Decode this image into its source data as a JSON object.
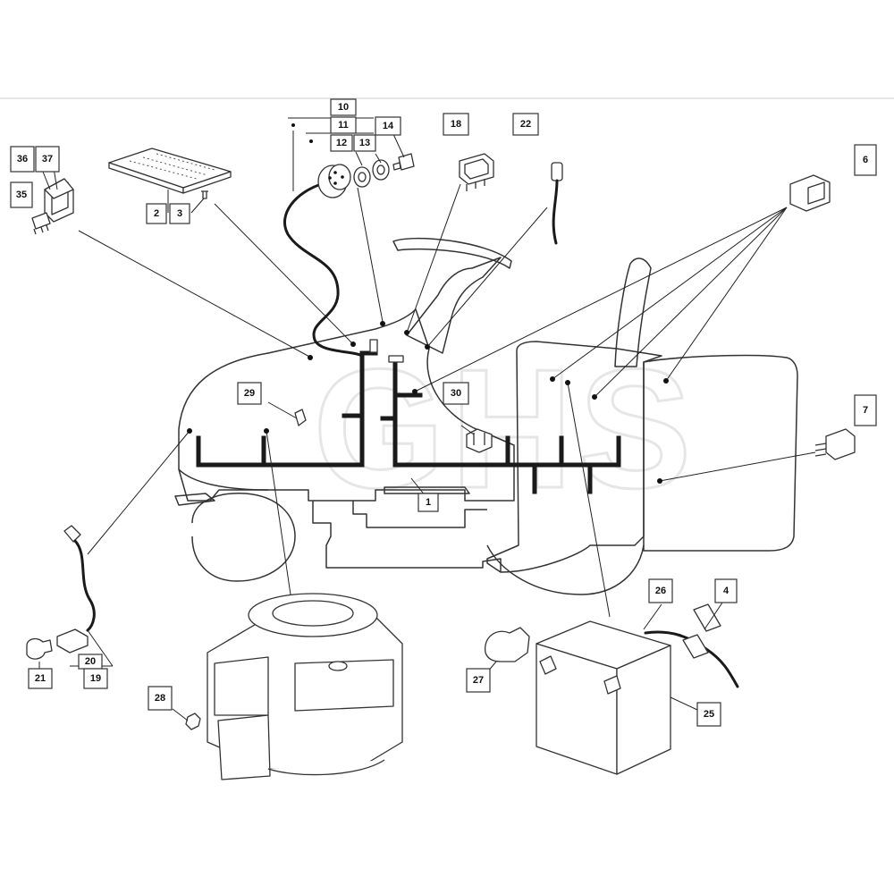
{
  "watermark": "GHS",
  "callouts": [
    {
      "id": "c10",
      "label": "10"
    },
    {
      "id": "c11",
      "label": "11"
    },
    {
      "id": "c12",
      "label": "12"
    },
    {
      "id": "c13",
      "label": "13"
    },
    {
      "id": "c14",
      "label": "14"
    },
    {
      "id": "c18",
      "label": "18"
    },
    {
      "id": "c22",
      "label": "22"
    },
    {
      "id": "c6",
      "label": "6"
    },
    {
      "id": "c36",
      "label": "36"
    },
    {
      "id": "c37",
      "label": "37"
    },
    {
      "id": "c35",
      "label": "35"
    },
    {
      "id": "c2",
      "label": "2"
    },
    {
      "id": "c3",
      "label": "3"
    },
    {
      "id": "c29",
      "label": "29"
    },
    {
      "id": "c30",
      "label": "30"
    },
    {
      "id": "c7",
      "label": "7"
    },
    {
      "id": "c1",
      "label": "1"
    },
    {
      "id": "c26",
      "label": "26"
    },
    {
      "id": "c4",
      "label": "4"
    },
    {
      "id": "c20",
      "label": "20"
    },
    {
      "id": "c21",
      "label": "21"
    },
    {
      "id": "c19",
      "label": "19"
    },
    {
      "id": "c28",
      "label": "28"
    },
    {
      "id": "c27",
      "label": "27"
    },
    {
      "id": "c25",
      "label": "25"
    }
  ],
  "colors": {
    "line": "#333333",
    "harness": "#1a1a1a",
    "background": "#ffffff",
    "watermark": "#e6e6e6"
  }
}
